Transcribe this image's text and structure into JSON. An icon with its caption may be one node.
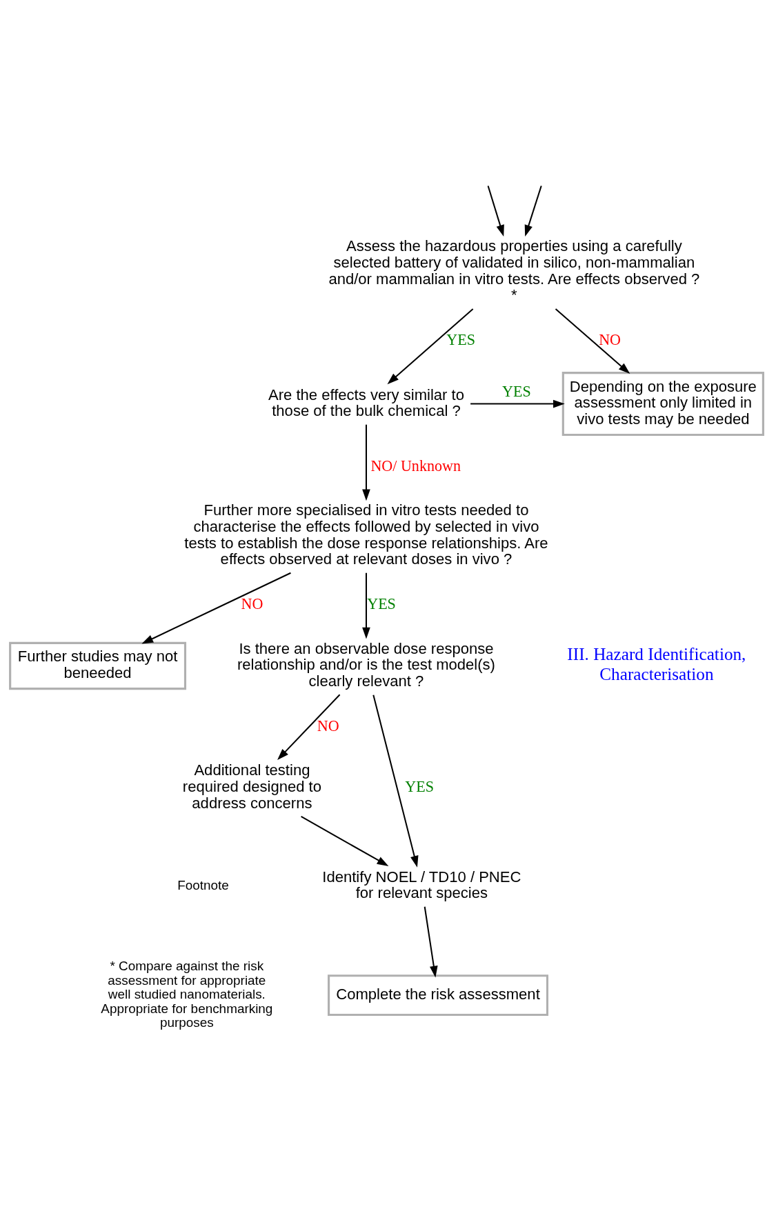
{
  "diagram": {
    "nodes": [
      {
        "text": [
          "Assess the hazardous properties using a carefully selected battery of validated in silico, non-mammalian and/or mammalian in vitro tests. Are effects observed ? *"
        ]
      },
      {
        "text": [
          "Depending on the exposure assessment only limited in vivo tests may be needed"
        ]
      },
      {
        "text": [
          "Are the effects very similar to those of the bulk chemical ?"
        ]
      },
      {
        "text": [
          "Further more specialised in vitro tests needed to characterise the effects followed by selected in vivo tests to establish the dose response relationships. Are effects observed at relevant doses in vivo ?"
        ]
      },
      {
        "text": [
          "Further studies may not beneeded"
        ]
      },
      {
        "text": [
          "Is there an observable dose response relationship and/or is the test model(s) clearly relevant ?"
        ]
      },
      {
        "text": [
          "Additional testing required designed to address concerns"
        ]
      },
      {
        "text": [
          "Identify NOEL / TD10 / PNEC for relevant species"
        ]
      },
      {
        "text": [
          "Complete the risk assessment"
        ]
      }
    ],
    "edges": [
      {
        "from": null,
        "to": 0,
        "arrow": "to"
      },
      {
        "from": null,
        "to": 0,
        "arrow": "to"
      },
      {
        "from": 0,
        "to": 1,
        "arrow": "to",
        "label": "NO"
      },
      {
        "from": 0,
        "to": 2,
        "arrow": "to",
        "label": "YES"
      },
      {
        "from": 2,
        "to": 1,
        "arrow": "to",
        "label": "YES"
      },
      {
        "from": 2,
        "to": 3,
        "arrow": "to",
        "label": "NO/ Unknown"
      },
      {
        "from": 3,
        "to": 4,
        "arrow": "to",
        "label": "NO"
      },
      {
        "from": 3,
        "to": 5,
        "arrow": "to",
        "label": "YES"
      },
      {
        "from": 5,
        "to": 6,
        "arrow": "to",
        "label": "NO"
      },
      {
        "from": 5,
        "to": 7,
        "arrow": "to",
        "label": "YES"
      },
      {
        "from": 6,
        "to": 7,
        "arrow": "to"
      },
      {
        "from": 7,
        "to": 8,
        "arrow": "to"
      }
    ],
    "labels": [
      "III. Hazard Identification, Characterisation",
      "Footnote",
      "* Compare against the risk assessment for appropriate well studied nanomaterials. Appropriate for benchmarking purposes"
    ]
  }
}
